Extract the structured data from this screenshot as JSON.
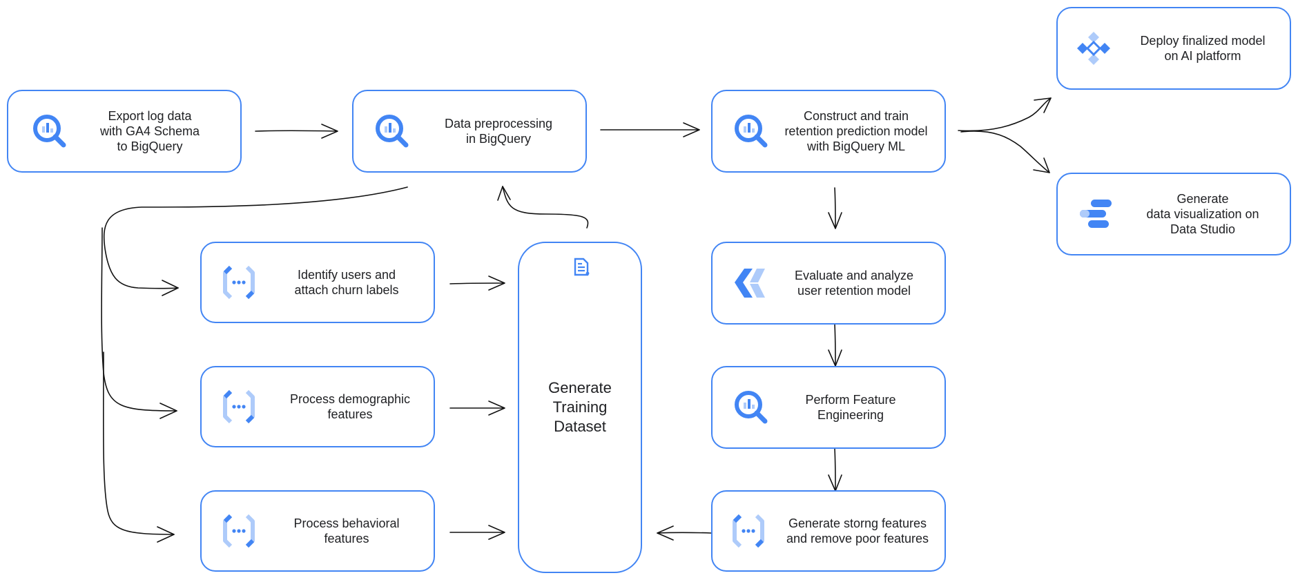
{
  "nodes": {
    "export": {
      "label": "Export log data\nwith GA4 Schema\nto BigQuery",
      "icon": "bigquery-icon"
    },
    "preprocess": {
      "label": "Data preprocessing\nin BigQuery",
      "icon": "bigquery-icon"
    },
    "train": {
      "label": "Construct and train\nretention prediction model\nwith BigQuery ML",
      "icon": "bigquery-icon"
    },
    "deploy": {
      "label": "Deploy finalized model\non AI platform",
      "icon": "ai-platform-icon"
    },
    "visualize": {
      "label": "Generate\ndata visualization on\nData Studio",
      "icon": "data-studio-icon"
    },
    "identify": {
      "label": "Identify users and\nattach churn labels",
      "icon": "dataform-icon"
    },
    "demographic": {
      "label": "Process demographic\nfeatures",
      "icon": "dataform-icon"
    },
    "behavioral": {
      "label": "Process behavioral\nfeatures",
      "icon": "dataform-icon"
    },
    "training": {
      "label": "Generate\nTraining\nDataset",
      "icon": "dataset-icon"
    },
    "evaluate": {
      "label": "Evaluate and analyze\nuser retention model",
      "icon": "analytics-hub-icon"
    },
    "feature_eng": {
      "label": "Perform Feature\nEngineering",
      "icon": "bigquery-icon"
    },
    "strong": {
      "label": "Generate storng features\nand remove poor features",
      "icon": "dataform-icon"
    }
  },
  "colors": {
    "accent": "#4285f4",
    "icon_dark": "#4285f4",
    "icon_light": "#aecbfa",
    "line": "#111111"
  }
}
